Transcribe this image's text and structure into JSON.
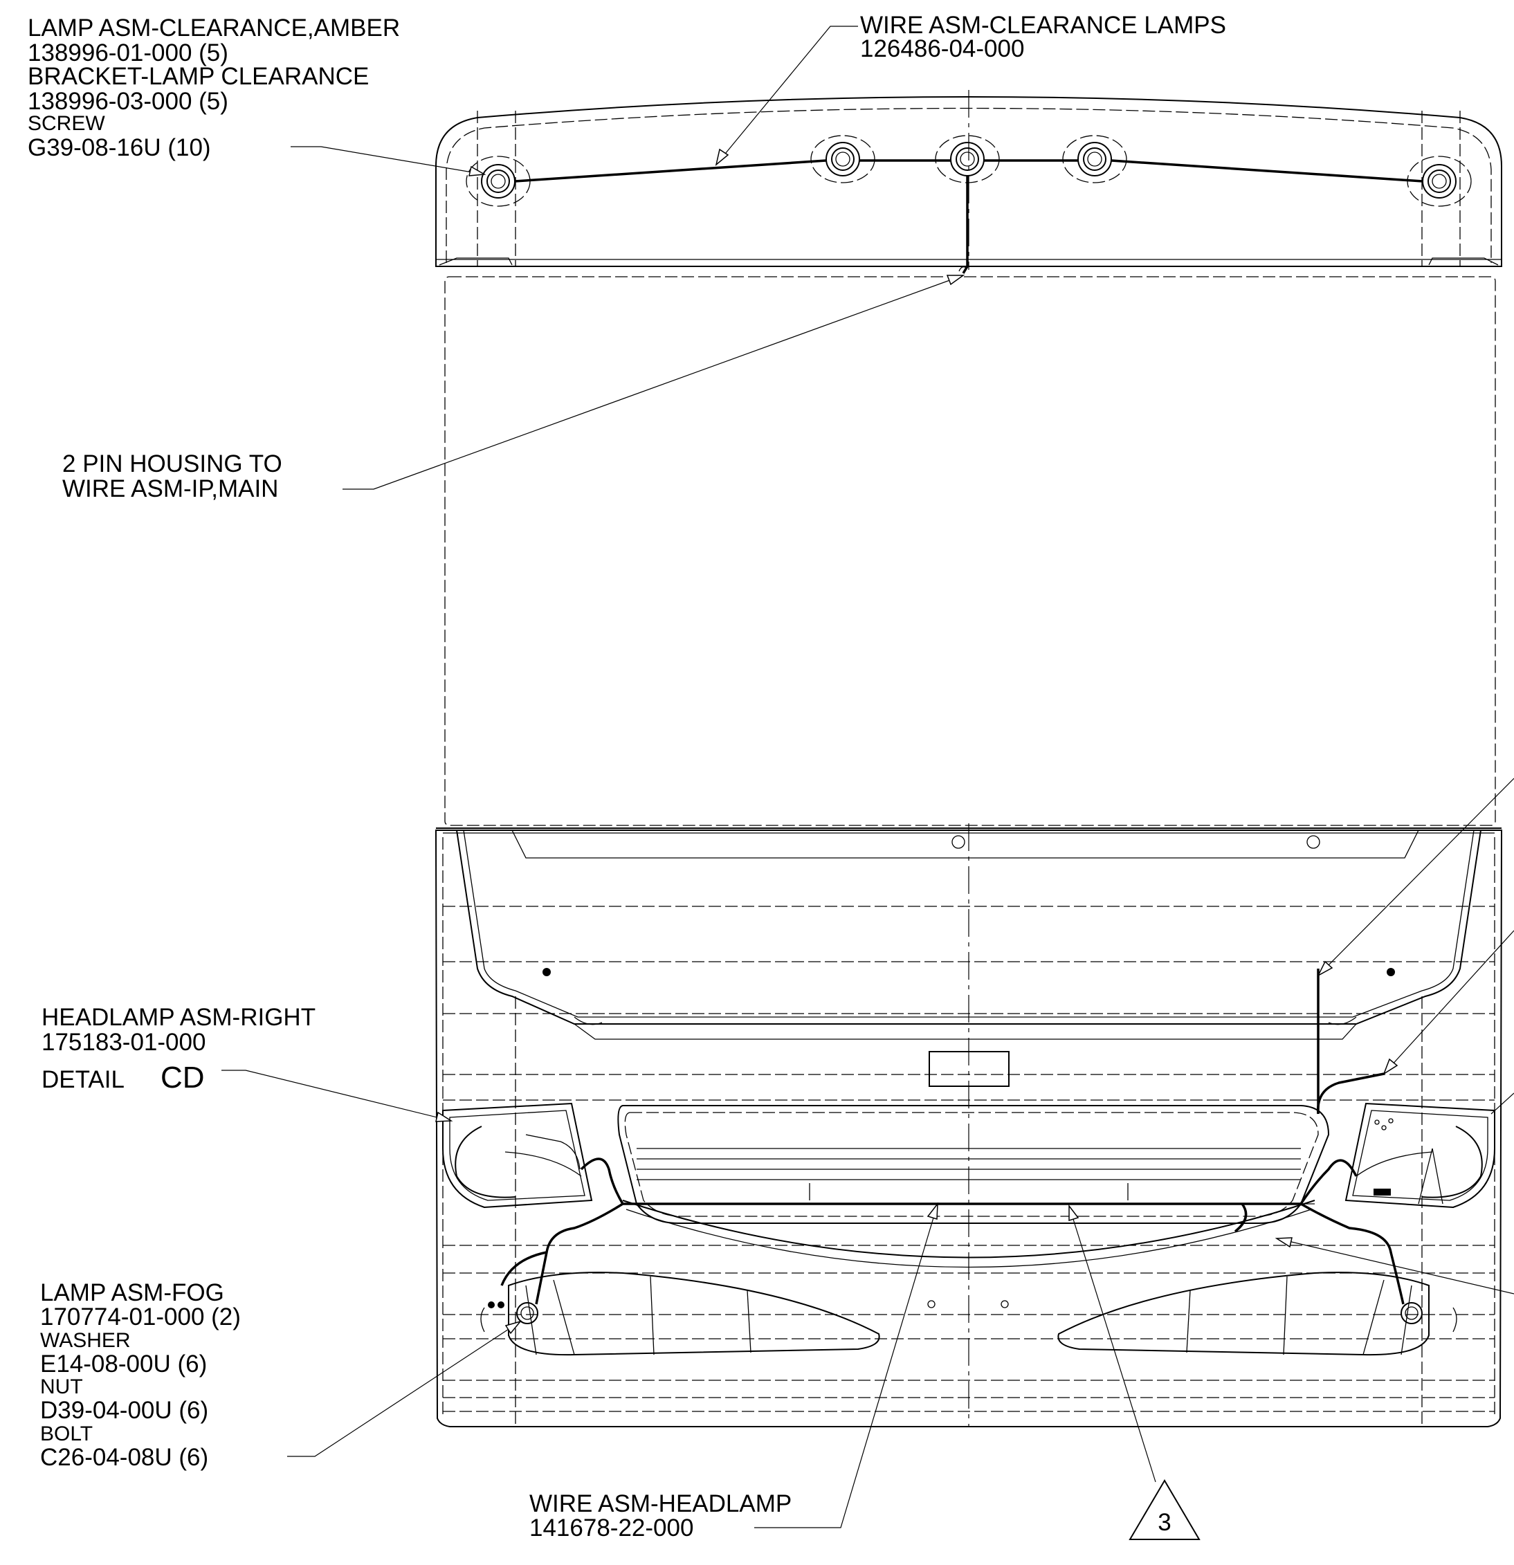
{
  "callouts": {
    "clearance_lamp": {
      "line1": "LAMP ASM-CLEARANCE,AMBER",
      "line2": "138996-01-000 (5)",
      "line3": "BRACKET-LAMP CLEARANCE",
      "line4": "138996-03-000 (5)",
      "line5": "SCREW",
      "line6": "G39-08-16U (10)"
    },
    "wire_clearance": {
      "line1": "WIRE ASM-CLEARANCE LAMPS",
      "line2": "126486-04-000"
    },
    "pin_housing": {
      "line1": "2 PIN HOUSING TO",
      "line2": "WIRE ASM-IP,MAIN"
    },
    "headlamp_right": {
      "line1": "HEADLAMP ASM-RIGHT",
      "line2": "175183-01-000",
      "detail_prefix": "DETAIL",
      "detail_id": "CD"
    },
    "fog_lamp": {
      "line1": "LAMP ASM-FOG",
      "line2": "170774-01-000 (2)",
      "line3": "WASHER",
      "line4": "E14-08-00U (6)",
      "line5": "NUT",
      "line6": "D39-04-00U (6)",
      "line7": "BOLT",
      "line8": "C26-04-08U (6)"
    },
    "wire_headlamp": {
      "line1": "WIRE ASM-HEADLAMP",
      "line2": "141678-22-000"
    },
    "note_flag": "3"
  }
}
